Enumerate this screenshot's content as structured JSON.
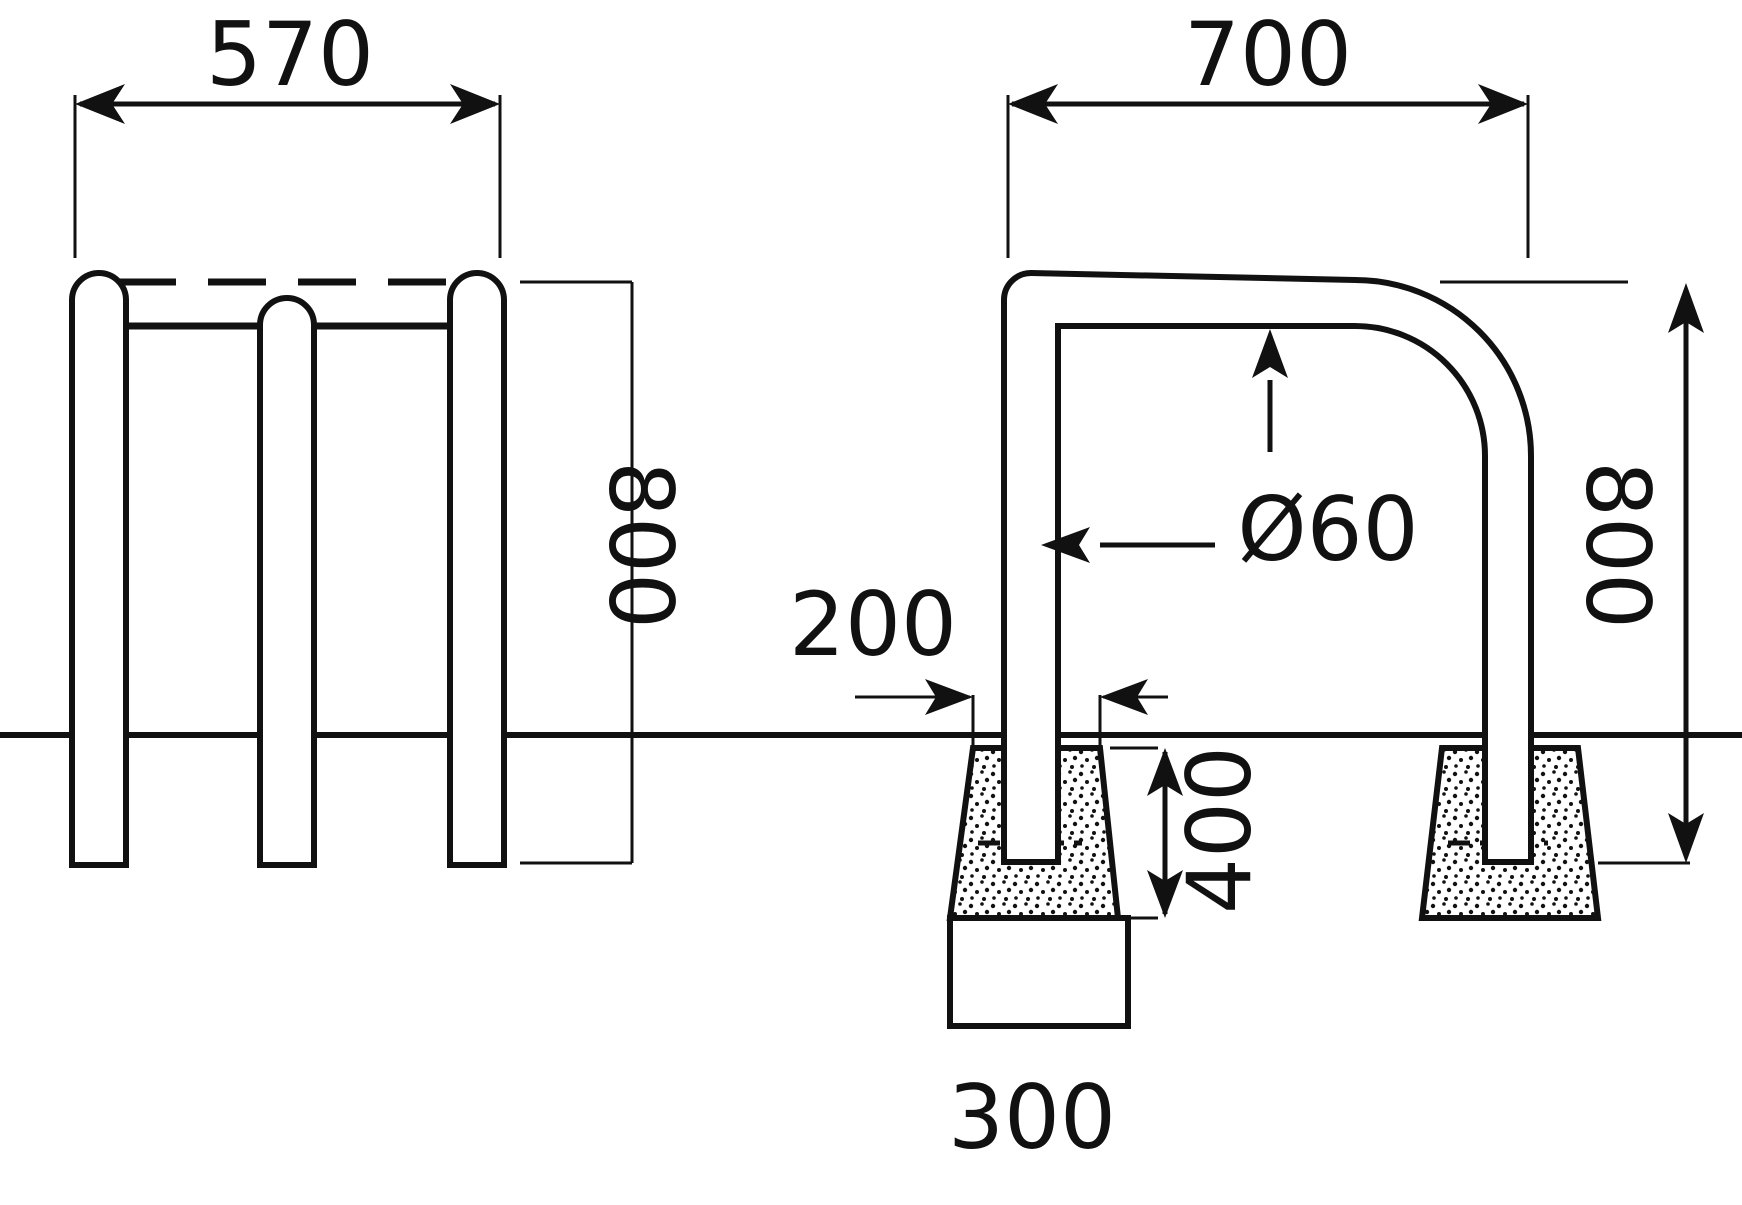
{
  "colors": {
    "ink": "#111111",
    "background": "#ffffff"
  },
  "dimensions": {
    "side_width": "570",
    "side_height": "800",
    "front_width": "700",
    "front_height": "800",
    "tube_diameter": "Ø60",
    "footing_top_width": "200",
    "footing_depth": "400",
    "footing_base_width": "300"
  }
}
